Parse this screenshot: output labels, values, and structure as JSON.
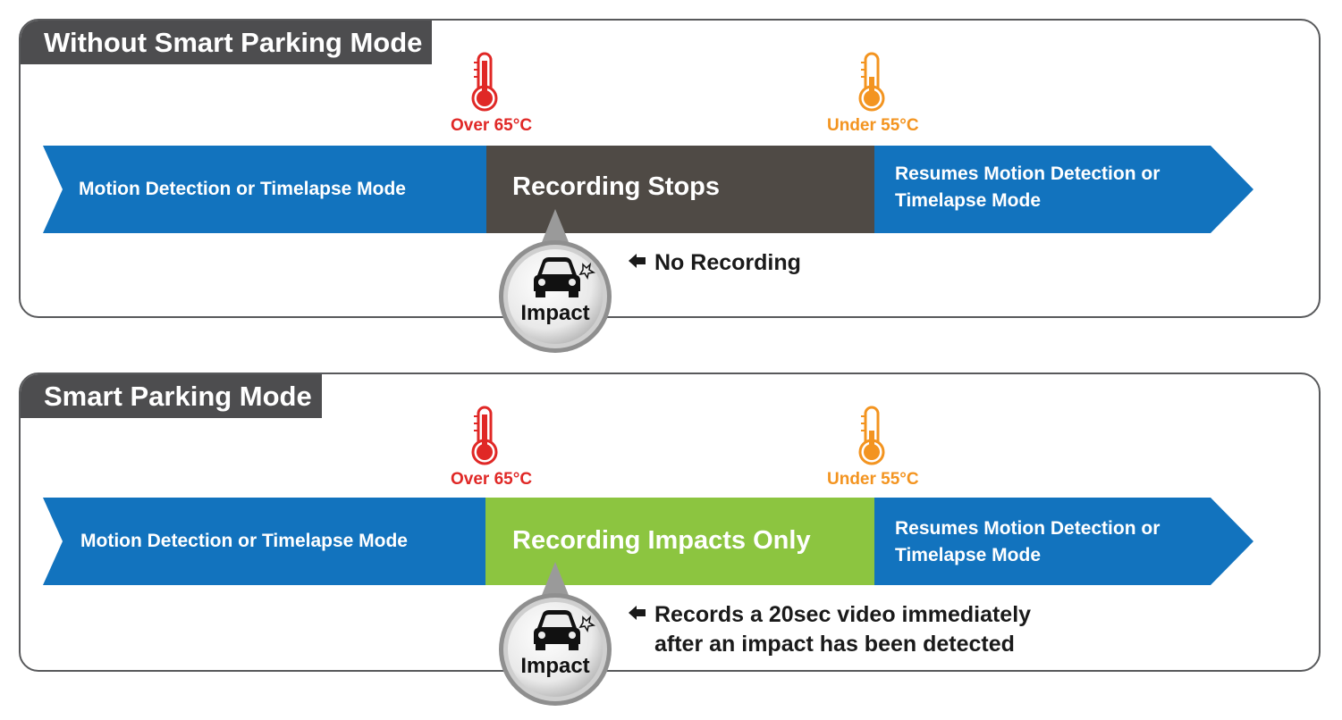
{
  "panels": [
    {
      "title": "Without Smart Parking Mode",
      "over_temp": "Over 65°C",
      "under_temp": "Under 55°C",
      "segments": {
        "left": "Motion Detection or Timelapse Mode",
        "middle": "Recording Stops",
        "right_line1": "Resumes Motion Detection or",
        "right_line2": "Timelapse Mode"
      },
      "middle_color": "#4f4a45",
      "impact_label": "Impact",
      "note_line1": "No Recording",
      "note_line2": ""
    },
    {
      "title": "Smart Parking Mode",
      "over_temp": "Over 65°C",
      "under_temp": "Under 55°C",
      "segments": {
        "left": "Motion Detection or Timelapse Mode",
        "middle": "Recording Impacts Only",
        "right_line1": "Resumes Motion Detection or",
        "right_line2": "Timelapse Mode"
      },
      "middle_color": "#8cc540",
      "impact_label": "Impact",
      "note_line1": "Records a 20sec video immediately",
      "note_line2": "after an impact has been detected"
    }
  ],
  "colors": {
    "band_blue": "#1273be",
    "over_red": "#e02826",
    "under_orange": "#f39420"
  },
  "icons": [
    "thermometer-hot-icon",
    "thermometer-warm-icon",
    "car-impact-icon",
    "arrow-left-icon"
  ]
}
